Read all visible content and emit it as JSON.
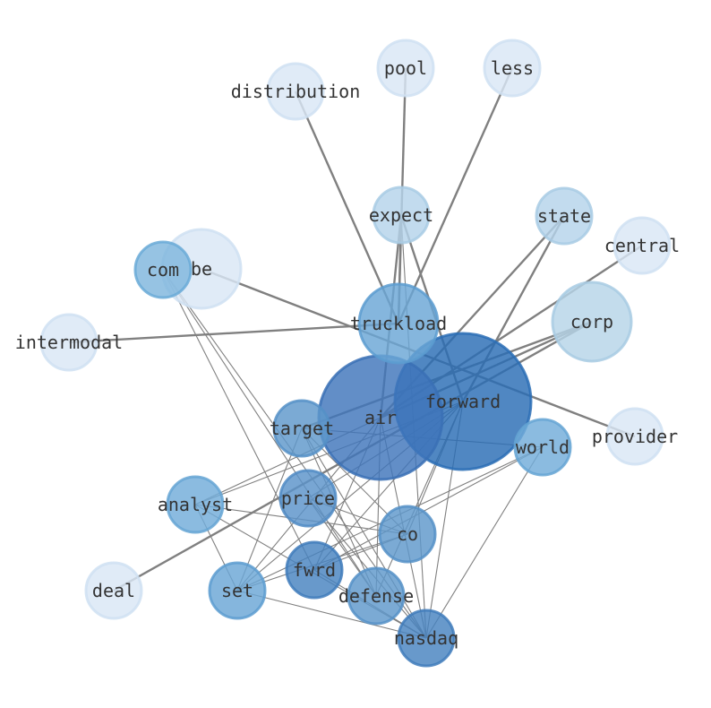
{
  "graph": {
    "nodes": [
      {
        "id": "forward",
        "label": "forward",
        "weight": 1.0,
        "fill": "#2a6db5",
        "stroke": "#2a6db5"
      },
      {
        "id": "air",
        "label": "air",
        "weight": 0.9,
        "fill": "#3f75bb",
        "stroke": "#3a70b5"
      },
      {
        "id": "truckload",
        "label": "truckload",
        "weight": 0.55,
        "fill": "#6aa6d6",
        "stroke": "#5c9cd0"
      },
      {
        "id": "corp",
        "label": "corp",
        "weight": 0.5,
        "fill": "#b6d4e8",
        "stroke": "#a8cbe3"
      },
      {
        "id": "be",
        "label": "be",
        "weight": 0.55,
        "fill": "#d9e7f5",
        "stroke": "#cfe0f2"
      },
      {
        "id": "com",
        "label": "com",
        "weight": 0.35,
        "fill": "#7fb6dd",
        "stroke": "#6aaad7"
      },
      {
        "id": "expect",
        "label": "expect",
        "weight": 0.35,
        "fill": "#b5d3ea",
        "stroke": "#a8cbe4"
      },
      {
        "id": "state",
        "label": "state",
        "weight": 0.35,
        "fill": "#b5d3ea",
        "stroke": "#a8cbe4"
      },
      {
        "id": "target",
        "label": "target",
        "weight": 0.35,
        "fill": "#5e97cb",
        "stroke": "#5590c7"
      },
      {
        "id": "world",
        "label": "world",
        "weight": 0.35,
        "fill": "#72acd9",
        "stroke": "#65a4d4"
      },
      {
        "id": "price",
        "label": "price",
        "weight": 0.35,
        "fill": "#5a93c9",
        "stroke": "#508bc4"
      },
      {
        "id": "analyst",
        "label": "analyst",
        "weight": 0.35,
        "fill": "#72acd9",
        "stroke": "#65a4d4"
      },
      {
        "id": "co",
        "label": "co",
        "weight": 0.35,
        "fill": "#5e97cb",
        "stroke": "#5590c7"
      },
      {
        "id": "fwrd",
        "label": "fwrd",
        "weight": 0.35,
        "fill": "#4782c0",
        "stroke": "#3f7bbb"
      },
      {
        "id": "set",
        "label": "set",
        "weight": 0.35,
        "fill": "#6aa6d6",
        "stroke": "#5c9cd0"
      },
      {
        "id": "defense",
        "label": "defense",
        "weight": 0.35,
        "fill": "#5e97cb",
        "stroke": "#5590c7"
      },
      {
        "id": "nasdaq",
        "label": "nasdaq",
        "weight": 0.35,
        "fill": "#4782c0",
        "stroke": "#3f7bbb"
      },
      {
        "id": "pool",
        "label": "pool",
        "weight": 0.35,
        "fill": "#d9e7f5",
        "stroke": "#cfe0f2"
      },
      {
        "id": "less",
        "label": "less",
        "weight": 0.35,
        "fill": "#d9e7f5",
        "stroke": "#cfe0f2"
      },
      {
        "id": "distribution",
        "label": "distribution",
        "weight": 0.35,
        "fill": "#d9e7f5",
        "stroke": "#cfe0f2"
      },
      {
        "id": "central",
        "label": "central",
        "weight": 0.35,
        "fill": "#d9e7f5",
        "stroke": "#cfe0f2"
      },
      {
        "id": "intermodal",
        "label": "intermodal",
        "weight": 0.35,
        "fill": "#d9e7f5",
        "stroke": "#cfe0f2"
      },
      {
        "id": "provider",
        "label": "provider",
        "weight": 0.35,
        "fill": "#d9e7f5",
        "stroke": "#cfe0f2"
      },
      {
        "id": "deal",
        "label": "deal",
        "weight": 0.35,
        "fill": "#d9e7f5",
        "stroke": "#cfe0f2"
      }
    ],
    "edges": [
      {
        "source": "truckload",
        "target": "pool",
        "kind": "thick"
      },
      {
        "source": "truckload",
        "target": "less",
        "kind": "thick"
      },
      {
        "source": "truckload",
        "target": "distribution",
        "kind": "thick"
      },
      {
        "source": "truckload",
        "target": "intermodal",
        "kind": "thick"
      },
      {
        "source": "truckload",
        "target": "expect",
        "kind": "thick"
      },
      {
        "source": "be",
        "target": "provider",
        "kind": "thick"
      },
      {
        "source": "forward",
        "target": "state",
        "kind": "thick"
      },
      {
        "source": "forward",
        "target": "expect",
        "kind": "thick"
      },
      {
        "source": "air",
        "target": "state",
        "kind": "thick"
      },
      {
        "source": "air",
        "target": "central",
        "kind": "thick"
      },
      {
        "source": "air",
        "target": "corp",
        "kind": "thick"
      },
      {
        "source": "air",
        "target": "expect",
        "kind": "thick"
      },
      {
        "source": "corp",
        "target": "target",
        "kind": "thick"
      },
      {
        "source": "deal",
        "target": "corp",
        "kind": "thick"
      },
      {
        "source": "com",
        "target": "defense",
        "kind": "thin"
      },
      {
        "source": "com",
        "target": "nasdaq",
        "kind": "thin"
      },
      {
        "source": "com",
        "target": "fwrd",
        "kind": "thin"
      },
      {
        "source": "target",
        "target": "world",
        "kind": "thin"
      },
      {
        "source": "target",
        "target": "nasdaq",
        "kind": "thin"
      },
      {
        "source": "target",
        "target": "set",
        "kind": "thin"
      },
      {
        "source": "target",
        "target": "defense",
        "kind": "thin"
      },
      {
        "source": "target",
        "target": "co",
        "kind": "thin"
      },
      {
        "source": "air",
        "target": "analyst",
        "kind": "thin"
      },
      {
        "source": "air",
        "target": "fwrd",
        "kind": "thin"
      },
      {
        "source": "air",
        "target": "set",
        "kind": "thin"
      },
      {
        "source": "air",
        "target": "nasdaq",
        "kind": "thin"
      },
      {
        "source": "air",
        "target": "defense",
        "kind": "thin"
      },
      {
        "source": "forward",
        "target": "analyst",
        "kind": "thin"
      },
      {
        "source": "forward",
        "target": "price",
        "kind": "thin"
      },
      {
        "source": "forward",
        "target": "co",
        "kind": "thin"
      },
      {
        "source": "forward",
        "target": "nasdaq",
        "kind": "thin"
      },
      {
        "source": "forward",
        "target": "fwrd",
        "kind": "thin"
      },
      {
        "source": "forward",
        "target": "set",
        "kind": "thin"
      },
      {
        "source": "forward",
        "target": "defense",
        "kind": "thin"
      },
      {
        "source": "price",
        "target": "defense",
        "kind": "thin"
      },
      {
        "source": "price",
        "target": "nasdaq",
        "kind": "thin"
      },
      {
        "source": "price",
        "target": "co",
        "kind": "thin"
      },
      {
        "source": "analyst",
        "target": "co",
        "kind": "thin"
      },
      {
        "source": "analyst",
        "target": "nasdaq",
        "kind": "thin"
      },
      {
        "source": "analyst",
        "target": "set",
        "kind": "thin"
      },
      {
        "source": "world",
        "target": "set",
        "kind": "thin"
      },
      {
        "source": "world",
        "target": "fwrd",
        "kind": "thin"
      },
      {
        "source": "world",
        "target": "nasdaq",
        "kind": "thin"
      },
      {
        "source": "co",
        "target": "set",
        "kind": "thin"
      },
      {
        "source": "co",
        "target": "fwrd",
        "kind": "thin"
      },
      {
        "source": "set",
        "target": "nasdaq",
        "kind": "thin"
      },
      {
        "source": "fwrd",
        "target": "nasdaq",
        "kind": "thin"
      },
      {
        "source": "expect",
        "target": "nasdaq",
        "kind": "thin"
      }
    ]
  }
}
